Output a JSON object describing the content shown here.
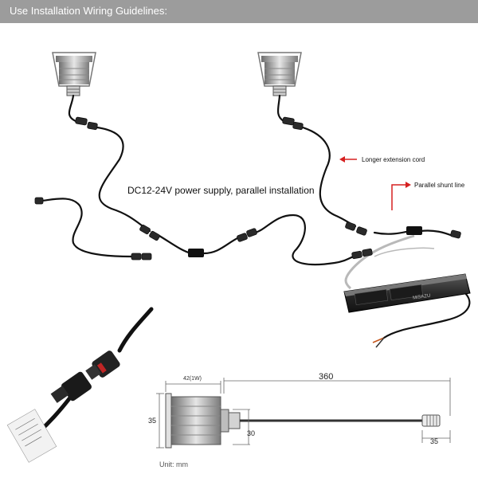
{
  "header": {
    "title": "Use Installation Wiring Guidelines:"
  },
  "diagram": {
    "power_label": "DC12-24V power supply, parallel installation",
    "extension_label": "Longer extension cord",
    "shunt_label": "Parallel shunt line",
    "driver_brand": "MiSAZU",
    "arrow_color": "#d62020"
  },
  "dimensions": {
    "width_label": "42(1W)",
    "cable_length": "360",
    "height_label": "35",
    "base_label": "30",
    "connector_label": "35",
    "unit_label": "Unit: mm"
  }
}
